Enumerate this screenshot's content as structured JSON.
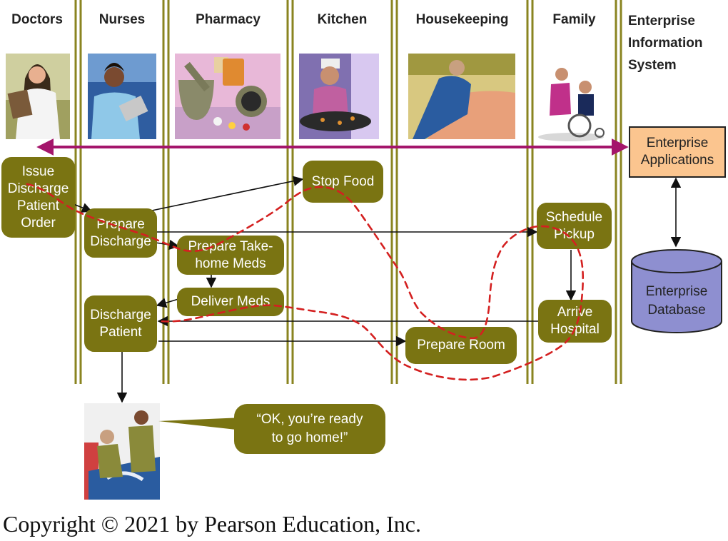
{
  "lanes": {
    "doctors": "Doctors",
    "nurses": "Nurses",
    "pharmacy": "Pharmacy",
    "kitchen": "Kitchen",
    "housekeeping": "Housekeeping",
    "family": "Family",
    "eis": [
      "Enterprise",
      "Information",
      "System"
    ]
  },
  "steps": {
    "issue_order": [
      "Issue",
      "Discharge",
      "Patient",
      "Order"
    ],
    "prepare_discharge": [
      "Prepare",
      "Discharge"
    ],
    "prepare_meds": [
      "Prepare Take-",
      "home Meds"
    ],
    "deliver_meds": "Deliver Meds",
    "discharge_patient": [
      "Discharge",
      "Patient"
    ],
    "stop_food": "Stop Food",
    "prepare_room": "Prepare Room",
    "schedule_pickup": [
      "Schedule",
      "Pickup"
    ],
    "arrive_hospital": [
      "Arrive",
      "Hospital"
    ]
  },
  "system": {
    "applications": [
      "Enterprise",
      "Applications"
    ],
    "database": [
      "Enterprise",
      "Database"
    ]
  },
  "speech": [
    "“OK, you’re ready",
    "to go home!”"
  ],
  "copyright": "Copyright © 2021 by Pearson Education, Inc.",
  "colors": {
    "box_fill": "#7a7412",
    "lane_line": "#8a8420",
    "broadcast_arrow": "#a4156b",
    "route_dashes": "#d42020",
    "app_fill": "#fbc58f",
    "db_fill": "#8e8fd0"
  }
}
